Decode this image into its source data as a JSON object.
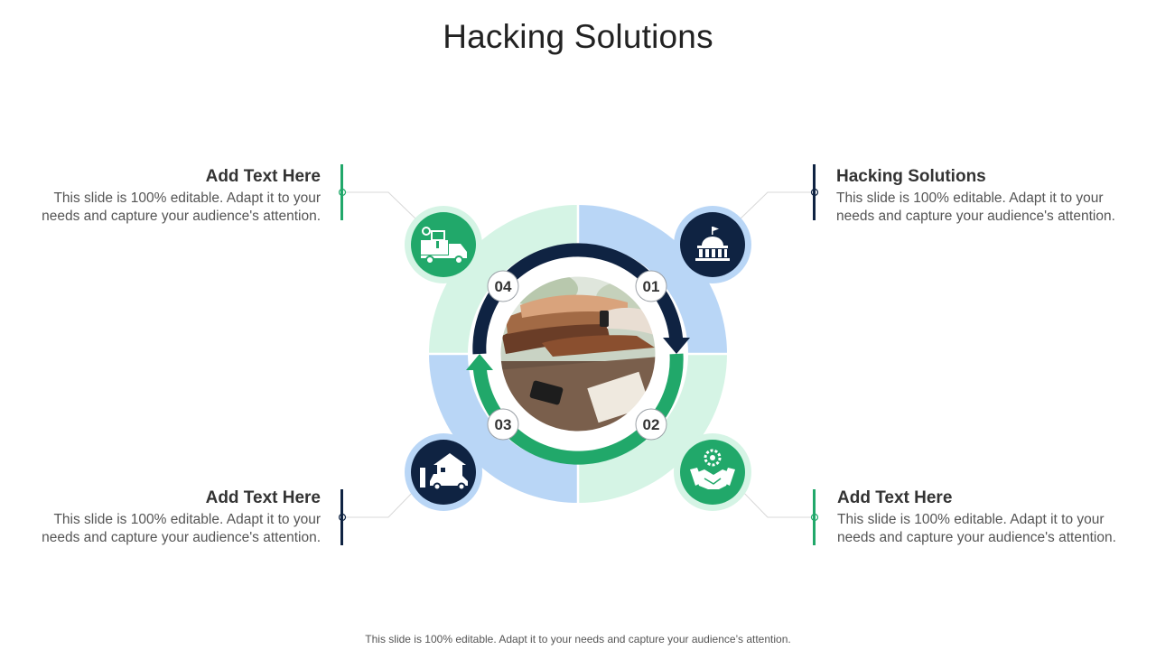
{
  "slide": {
    "title": "Hacking Solutions",
    "footer": "This slide is 100% editable. Adapt it to your needs and capture your audience’s attention."
  },
  "items": [
    {
      "number": "01",
      "heading": "Hacking Solutions",
      "body": "This slide is 100% editable. Adapt it to your needs and capture your audience's attention.",
      "icon": "government-building-icon",
      "color": "#0f2342"
    },
    {
      "number": "02",
      "heading": "Add Text Here",
      "body": "This slide is 100% editable. Adapt it to your needs and capture your audience's attention.",
      "icon": "handshake-gear-icon",
      "color": "#21a86a"
    },
    {
      "number": "03",
      "heading": "Add Text Here",
      "body": "This slide is 100% editable. Adapt it to your needs and capture your audience's attention.",
      "icon": "house-car-charging-icon",
      "color": "#0f2342"
    },
    {
      "number": "04",
      "heading": "Add Text Here",
      "body": "This slide is 100% editable. Adapt it to your needs and capture your audience's attention.",
      "icon": "delivery-truck-gear-icon",
      "color": "#21a86a"
    }
  ],
  "colors": {
    "navy": "#0f2342",
    "green": "#21a86a",
    "light_blue": "#b9d6f6",
    "light_green": "#d5f4e5"
  },
  "center_image": "hands-stacked-teamwork-photo"
}
